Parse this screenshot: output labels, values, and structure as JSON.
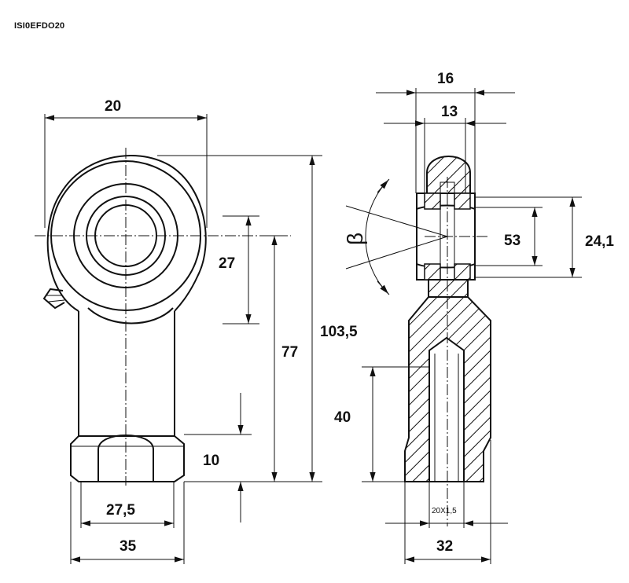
{
  "part_code": "ISI0EFDO20",
  "front_view": {
    "dim_top_width": "20",
    "dim_ball_offset": "27",
    "dim_center_to_end": "77",
    "dim_overall_length": "103,5",
    "dim_hex_height": "10",
    "dim_hex_width": "27,5",
    "dim_base_width": "35"
  },
  "side_view": {
    "dim_outer_width": "16",
    "dim_inner_width": "13",
    "dim_ball_dia": "53",
    "dim_ball_outer": "24,1",
    "dim_thread_depth": "40",
    "thread_spec": "20X1,5",
    "dim_body_width": "32",
    "angle_label": "β"
  }
}
